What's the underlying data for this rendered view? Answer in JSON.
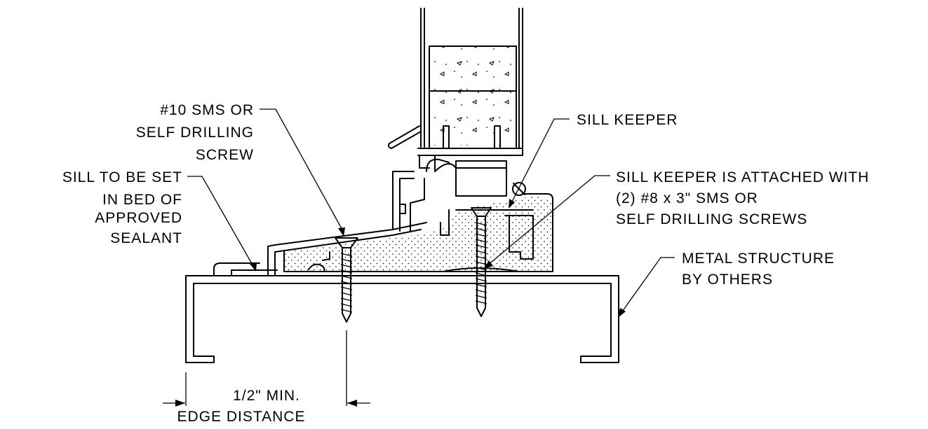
{
  "labels": {
    "screw10_l1": "#10 SMS OR",
    "screw10_l2": "SELF DRILLING",
    "screw10_l3": "SCREW",
    "sill_l1": "SILL TO BE SET",
    "sill_l2": "IN BED OF",
    "sill_l3": "APPROVED",
    "sill_l4": "SEALANT",
    "keeper": "SILL KEEPER",
    "attach_l1": "SILL KEEPER IS ATTACHED WITH",
    "attach_l2": "(2) #8 x 3\" SMS OR",
    "attach_l3": "SELF DRILLING SCREWS",
    "metal_l1": "METAL STRUCTURE",
    "metal_l2": "BY OTHERS",
    "dim_l1": "1/2\" MIN.",
    "dim_l2": "EDGE DISTANCE"
  }
}
